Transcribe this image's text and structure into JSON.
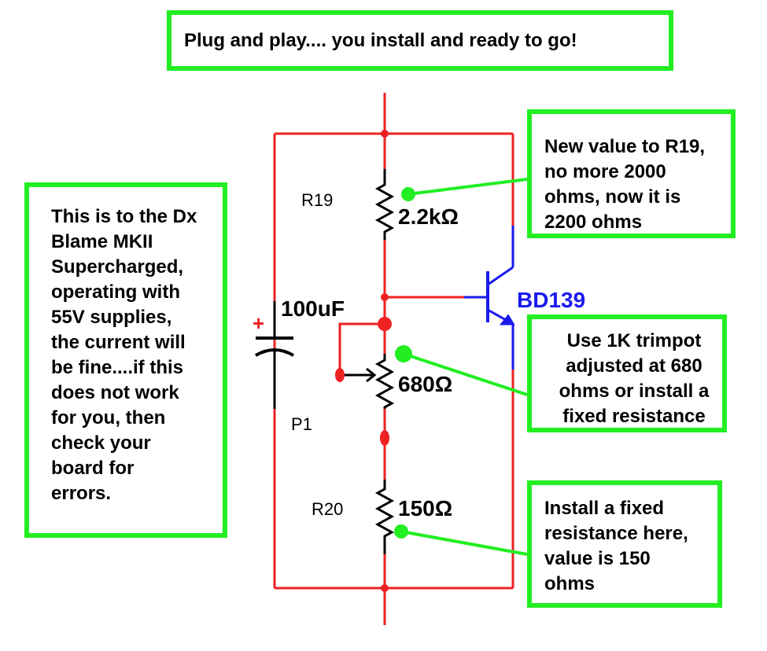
{
  "title_box": {
    "text": "Plug and play.... you install and ready to go!"
  },
  "left_note": {
    "lines": [
      "This is to the Dx",
      "Blame MKII",
      "Supercharged,",
      "operating with",
      "55V supplies,",
      "the current will",
      "be fine....if this",
      "does not work",
      "for you, then",
      "check your",
      "board for",
      "errors."
    ]
  },
  "r19_note": {
    "lines": [
      "New value to R19,",
      "no more 2000",
      "ohms, now it is",
      "2200 ohms"
    ]
  },
  "p1_note": {
    "lines": [
      "Use 1K trimpot",
      "adjusted at 680",
      "ohms or install a",
      "fixed resistance"
    ]
  },
  "r20_note": {
    "lines": [
      "Install a fixed",
      "resistance here,",
      "value is 150",
      "ohms"
    ]
  },
  "labels": {
    "r19_name": "R19",
    "r19_value": "2.2kΩ",
    "p1_name": "P1",
    "p1_value": "680Ω",
    "r20_name": "R20",
    "r20_value": "150Ω",
    "cap_value": "100uF",
    "cap_polarity": "+",
    "transistor": "BD139"
  },
  "colors": {
    "wire": "#ee2222",
    "transistor": "#1a1aee",
    "callout": "#22ee22",
    "text": "#000000"
  }
}
